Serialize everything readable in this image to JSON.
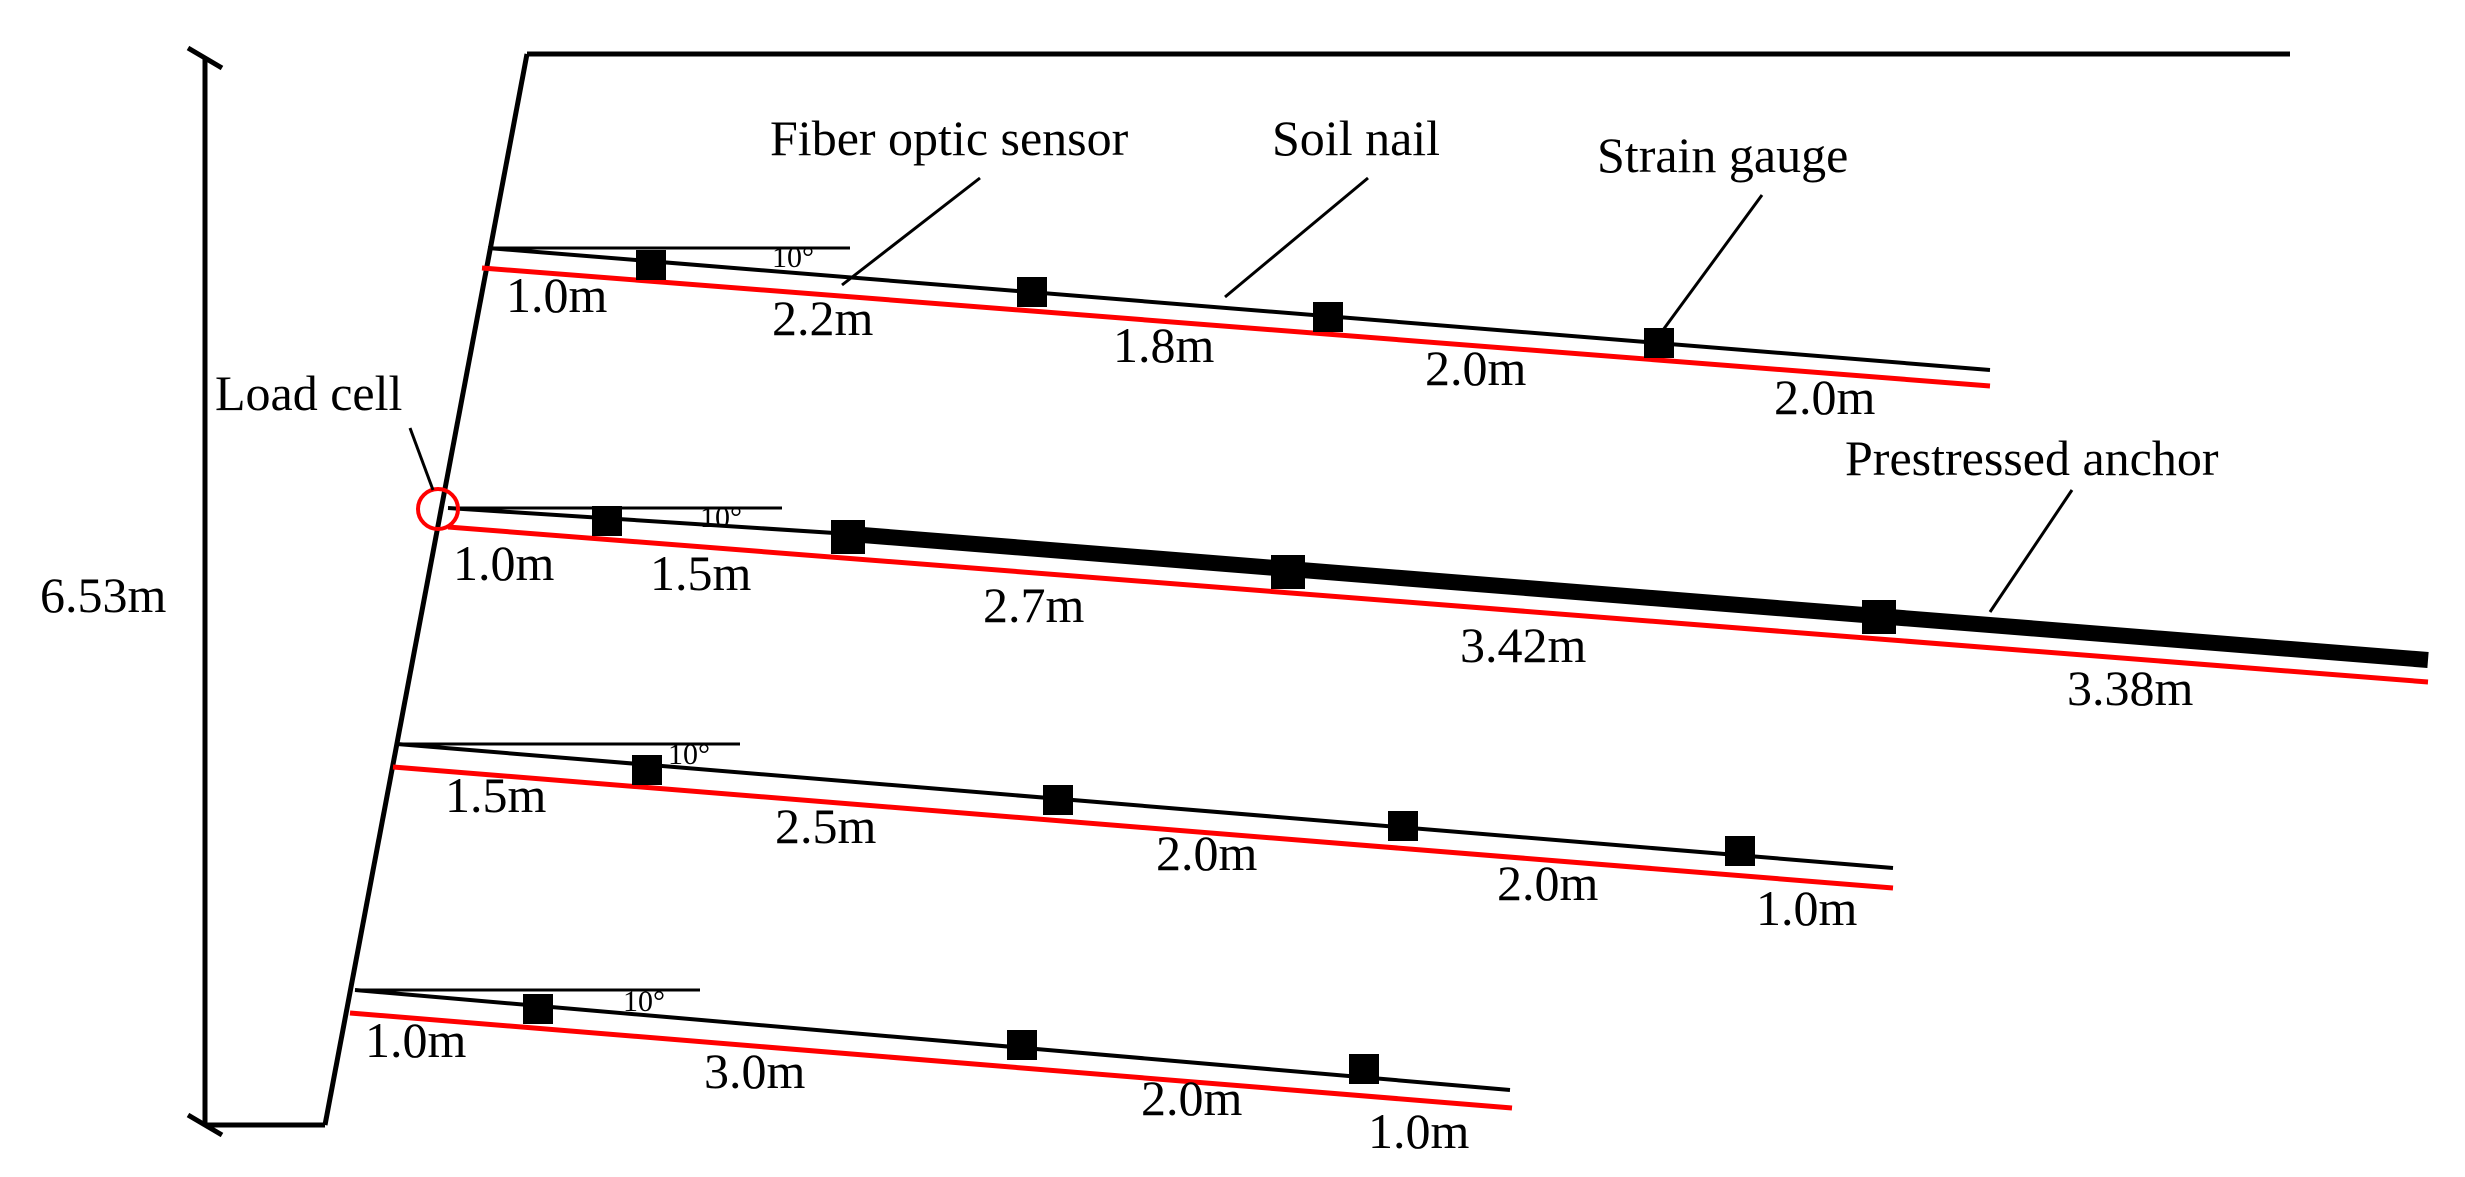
{
  "labels": {
    "fiber_optic_sensor": "Fiber optic sensor",
    "soil_nail": "Soil nail",
    "strain_gauge": "Strain gauge",
    "load_cell": "Load cell",
    "prestressed_anchor": "Prestressed anchor",
    "height": "6.53m"
  },
  "angle_label": "10°",
  "rows": [
    {
      "name": "soil-nail-row-1",
      "type": "soil nail",
      "segments": [
        "1.0m",
        "2.2m",
        "1.8m",
        "2.0m",
        "2.0m"
      ]
    },
    {
      "name": "prestressed-anchor-row",
      "type": "prestressed anchor",
      "segments": [
        "1.0m",
        "1.5m",
        "2.7m",
        "3.42m",
        "3.38m"
      ]
    },
    {
      "name": "soil-nail-row-3",
      "type": "soil nail",
      "segments": [
        "1.5m",
        "2.5m",
        "2.0m",
        "2.0m",
        "1.0m"
      ]
    },
    {
      "name": "soil-nail-row-4",
      "type": "soil nail",
      "segments": [
        "1.0m",
        "3.0m",
        "2.0m",
        "1.0m"
      ]
    }
  ],
  "colors": {
    "line": "#000000",
    "fiber_optic": "#ff0000",
    "load_cell": "#ff0000",
    "background": "#ffffff"
  }
}
